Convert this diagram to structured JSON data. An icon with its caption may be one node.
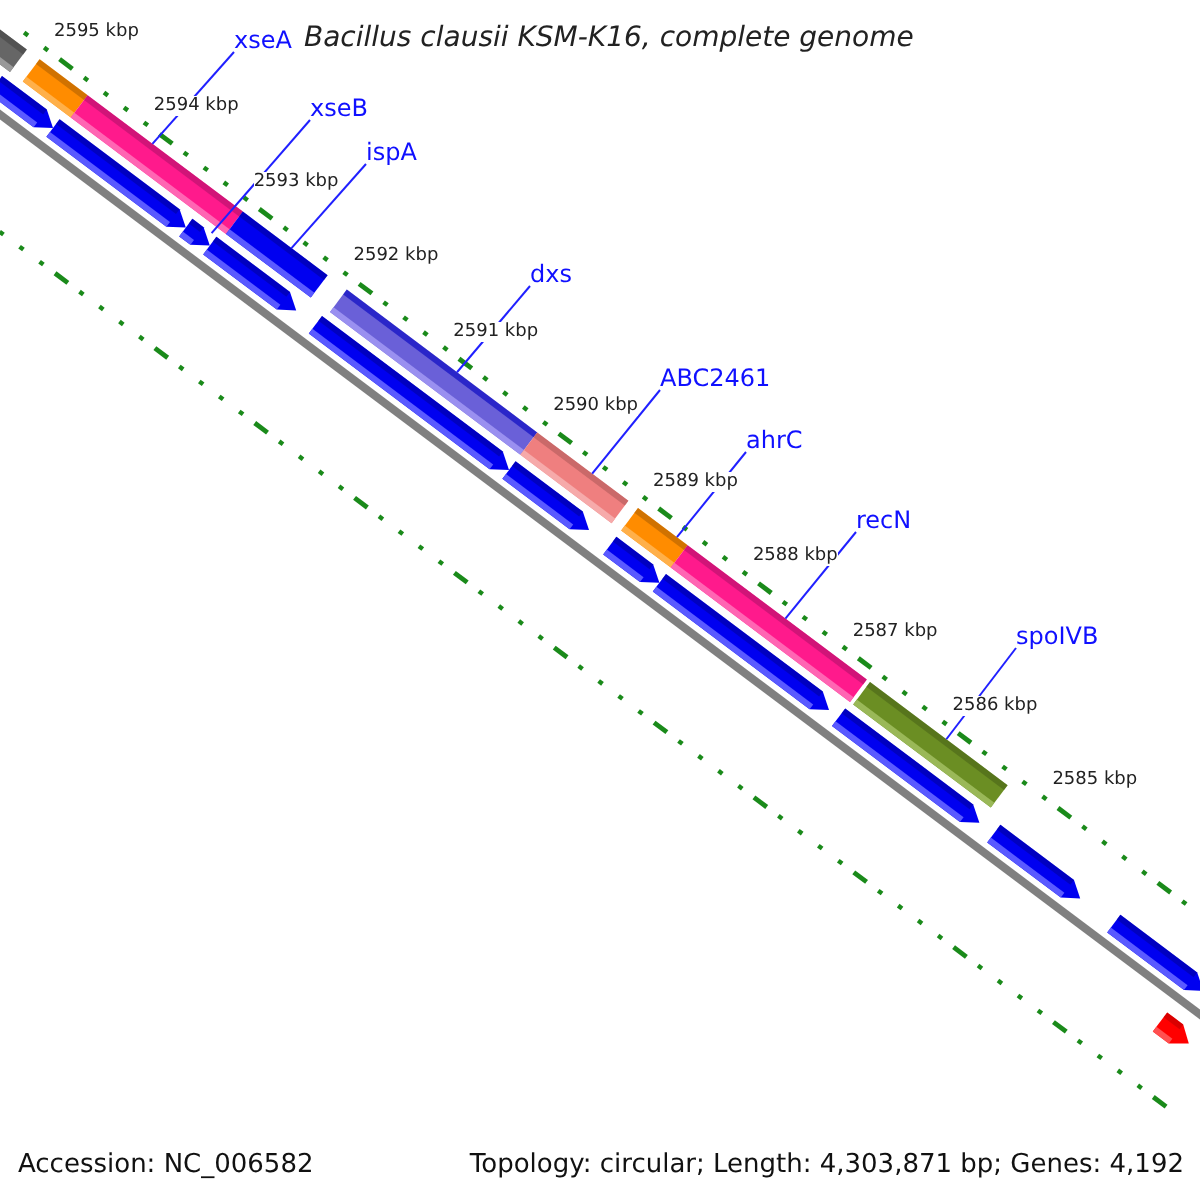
{
  "diagram": {
    "title": "Bacillus clausii KSM-K16, complete genome",
    "nodes": [
      {
        "text": [
          "xseA"
        ]
      },
      {
        "text": [
          "xseB"
        ]
      },
      {
        "text": [
          "ispA"
        ]
      },
      {
        "text": [
          "dxs"
        ]
      },
      {
        "text": [
          "ABC2461"
        ]
      },
      {
        "text": [
          "ahrC"
        ]
      },
      {
        "text": [
          "recN"
        ]
      },
      {
        "text": [
          "spoIVB"
        ]
      },
      {
        "text": [],
        "shape": "bar"
      },
      {
        "text": [],
        "shape": "bar"
      },
      {
        "text": [],
        "shape": "arrow"
      },
      {
        "text": [],
        "shape": "bar"
      },
      {
        "text": [],
        "shape": "arrow"
      },
      {
        "text": [],
        "shape": "arrow"
      },
      {
        "text": [],
        "shape": "arrow"
      },
      {
        "text": [],
        "shape": "bar"
      },
      {
        "text": [],
        "shape": "arrow"
      },
      {
        "text": [],
        "shape": "bar"
      },
      {
        "text": [],
        "shape": "arrow"
      },
      {
        "text": [],
        "shape": "bar"
      },
      {
        "text": [],
        "shape": "arrow"
      },
      {
        "text": [],
        "shape": "bar"
      },
      {
        "text": [],
        "shape": "arrow"
      },
      {
        "text": [],
        "shape": "bar"
      },
      {
        "text": [],
        "shape": "arrow"
      },
      {
        "text": [],
        "shape": "bar"
      },
      {
        "text": [],
        "shape": "arrow"
      },
      {
        "text": [],
        "shape": "arrow"
      },
      {
        "text": [],
        "shape": "arrow"
      }
    ],
    "edges": [
      {
        "from": 0,
        "to": 11,
        "arrow": "none"
      },
      {
        "from": 1,
        "to": 13,
        "arrow": "none"
      },
      {
        "from": 2,
        "to": 15,
        "arrow": "none"
      },
      {
        "from": 3,
        "to": 17,
        "arrow": "none"
      },
      {
        "from": 4,
        "to": 19,
        "arrow": "none"
      },
      {
        "from": 5,
        "to": 21,
        "arrow": "none"
      },
      {
        "from": 6,
        "to": 23,
        "arrow": "none"
      },
      {
        "from": 7,
        "to": 25,
        "arrow": "none"
      }
    ],
    "labels": [
      "2595 kbp",
      "2594 kbp",
      "2593 kbp",
      "2592 kbp",
      "2591 kbp",
      "2590 kbp",
      "2589 kbp",
      "2588 kbp",
      "2587 kbp",
      "2586 kbp",
      "2585 kbp",
      "Accession: NC_006582",
      "Topology: circular; Length: 4,303,871 bp; Genes: 4,192"
    ]
  }
}
